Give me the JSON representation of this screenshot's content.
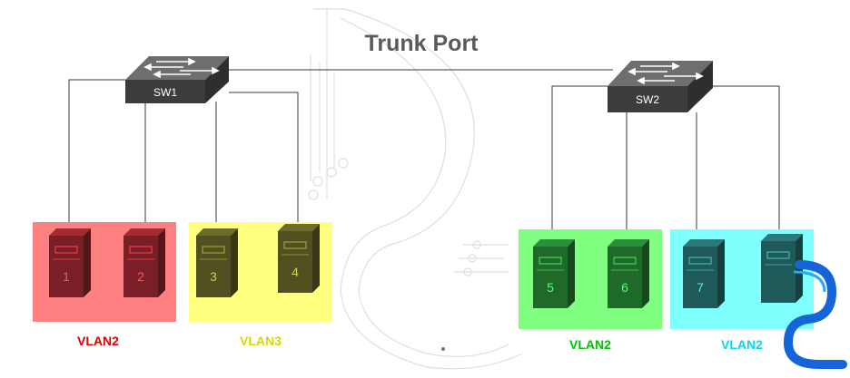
{
  "title": "Trunk Port",
  "switches": [
    {
      "label": "SW1"
    },
    {
      "label": "SW2"
    }
  ],
  "vlan_groups": [
    {
      "label": "VLAN2",
      "bg": "#ff8080",
      "label_color": "#e00000",
      "pc_color": "#7a1f25",
      "pcs": [
        "1",
        "2"
      ]
    },
    {
      "label": "VLAN3",
      "bg": "#ffff80",
      "label_color": "#d8d800",
      "pc_color": "#505020",
      "pcs": [
        "3",
        "4"
      ]
    },
    {
      "label": "VLAN2",
      "bg": "#80ff80",
      "label_color": "#00c000",
      "pc_color": "#1f6a2a",
      "pcs": [
        "5",
        "6"
      ]
    },
    {
      "label": "VLAN2",
      "bg": "#80ffff",
      "label_color": "#00d8ee",
      "pc_color": "#1f5a5a",
      "pcs": [
        "7",
        ""
      ]
    }
  ],
  "colors": {
    "switch_top": "#6e6e6e",
    "switch_front": "#3c3c3c",
    "line": "#3a3a3a",
    "watermark": "#dcdcdc",
    "logo_blue": "#1565d8",
    "logo_cyan": "#29a8f0"
  },
  "icons": {
    "switch": "network-switch-icon",
    "pc": "server-tower-icon",
    "logo": "brand-logo-icon"
  }
}
